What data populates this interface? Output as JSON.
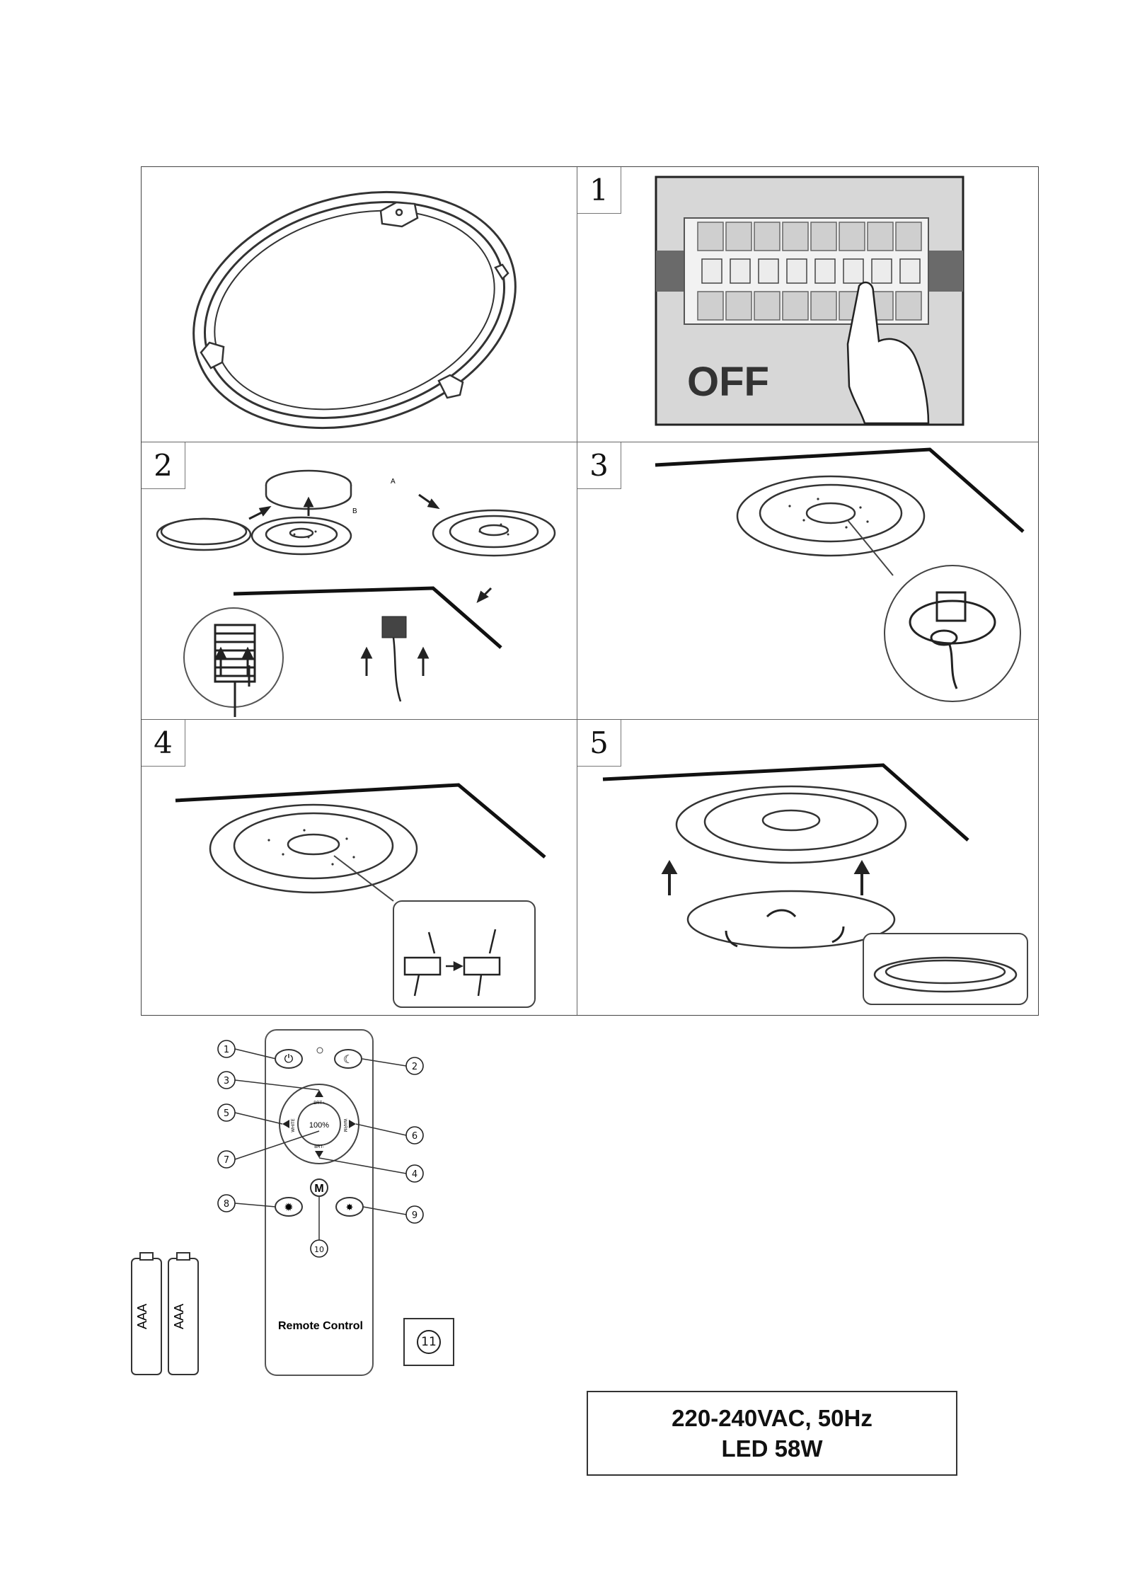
{
  "steps": [
    "1",
    "2",
    "3",
    "4",
    "5"
  ],
  "step1": {
    "switch_label": "OFF"
  },
  "step2": {
    "part_labels": [
      "A",
      "B"
    ]
  },
  "remote": {
    "title": "Remote Control",
    "center_label": "100%",
    "up_label": "BRT+",
    "down_label": "BRT-",
    "left_label": "WHITE",
    "right_label": "WARM",
    "mode_label": "M",
    "callouts": [
      "1",
      "2",
      "3",
      "4",
      "5",
      "6",
      "7",
      "8",
      "9",
      "10"
    ],
    "accessory_callout": "11"
  },
  "batteries": [
    "AAA",
    "AAA"
  ],
  "spec": {
    "voltage": "220-240VAC, 50Hz",
    "power": "LED 58W"
  }
}
